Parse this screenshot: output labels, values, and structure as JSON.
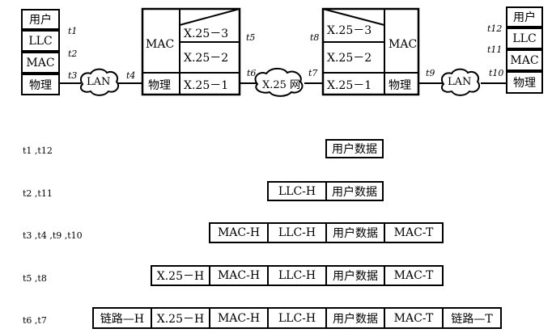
{
  "hosts": {
    "left": [
      "用户",
      "LLC",
      "MAC",
      "物理"
    ],
    "right": [
      "用户",
      "LLC",
      "MAC",
      "物理"
    ]
  },
  "left_bridge": {
    "mac": "MAC",
    "phys": "物理",
    "x25_3": "X.25－3",
    "x25_2": "X.25－2",
    "x25_1": "X.25－1"
  },
  "right_bridge": {
    "mac": "MAC",
    "phys": "物理",
    "x25_3": "X.25－3",
    "x25_2": "X.25－2",
    "x25_1": "X.25－1"
  },
  "networks": {
    "lan_left": "LAN",
    "x25": "X.25 网",
    "lan_right": "LAN"
  },
  "time_points": {
    "t1": "t1",
    "t2": "t2",
    "t3": "t3",
    "t4": "t4",
    "t5": "t5",
    "t6": "t6",
    "t7": "t7",
    "t8": "t8",
    "t9": "t9",
    "t10": "t10",
    "t11": "t11",
    "t12": "t12"
  },
  "frames": [
    {
      "label": "t1 ,t12",
      "cells": [
        "用户数据"
      ]
    },
    {
      "label": "t2 ,t11",
      "cells": [
        "LLC-H",
        "用户数据"
      ]
    },
    {
      "label": "t3 ,t4 ,t9 ,t10",
      "cells": [
        "MAC-H",
        "LLC-H",
        "用户数据",
        "MAC-T"
      ]
    },
    {
      "label": "t5 ,t8",
      "cells": [
        "X.25－H",
        "MAC-H",
        "LLC-H",
        "用户数据",
        "MAC-T"
      ]
    },
    {
      "label": "t6 ,t7",
      "cells": [
        "链路—H",
        "X.25－H",
        "MAC-H",
        "LLC-H",
        "用户数据",
        "MAC-T",
        "链路—T"
      ]
    }
  ]
}
